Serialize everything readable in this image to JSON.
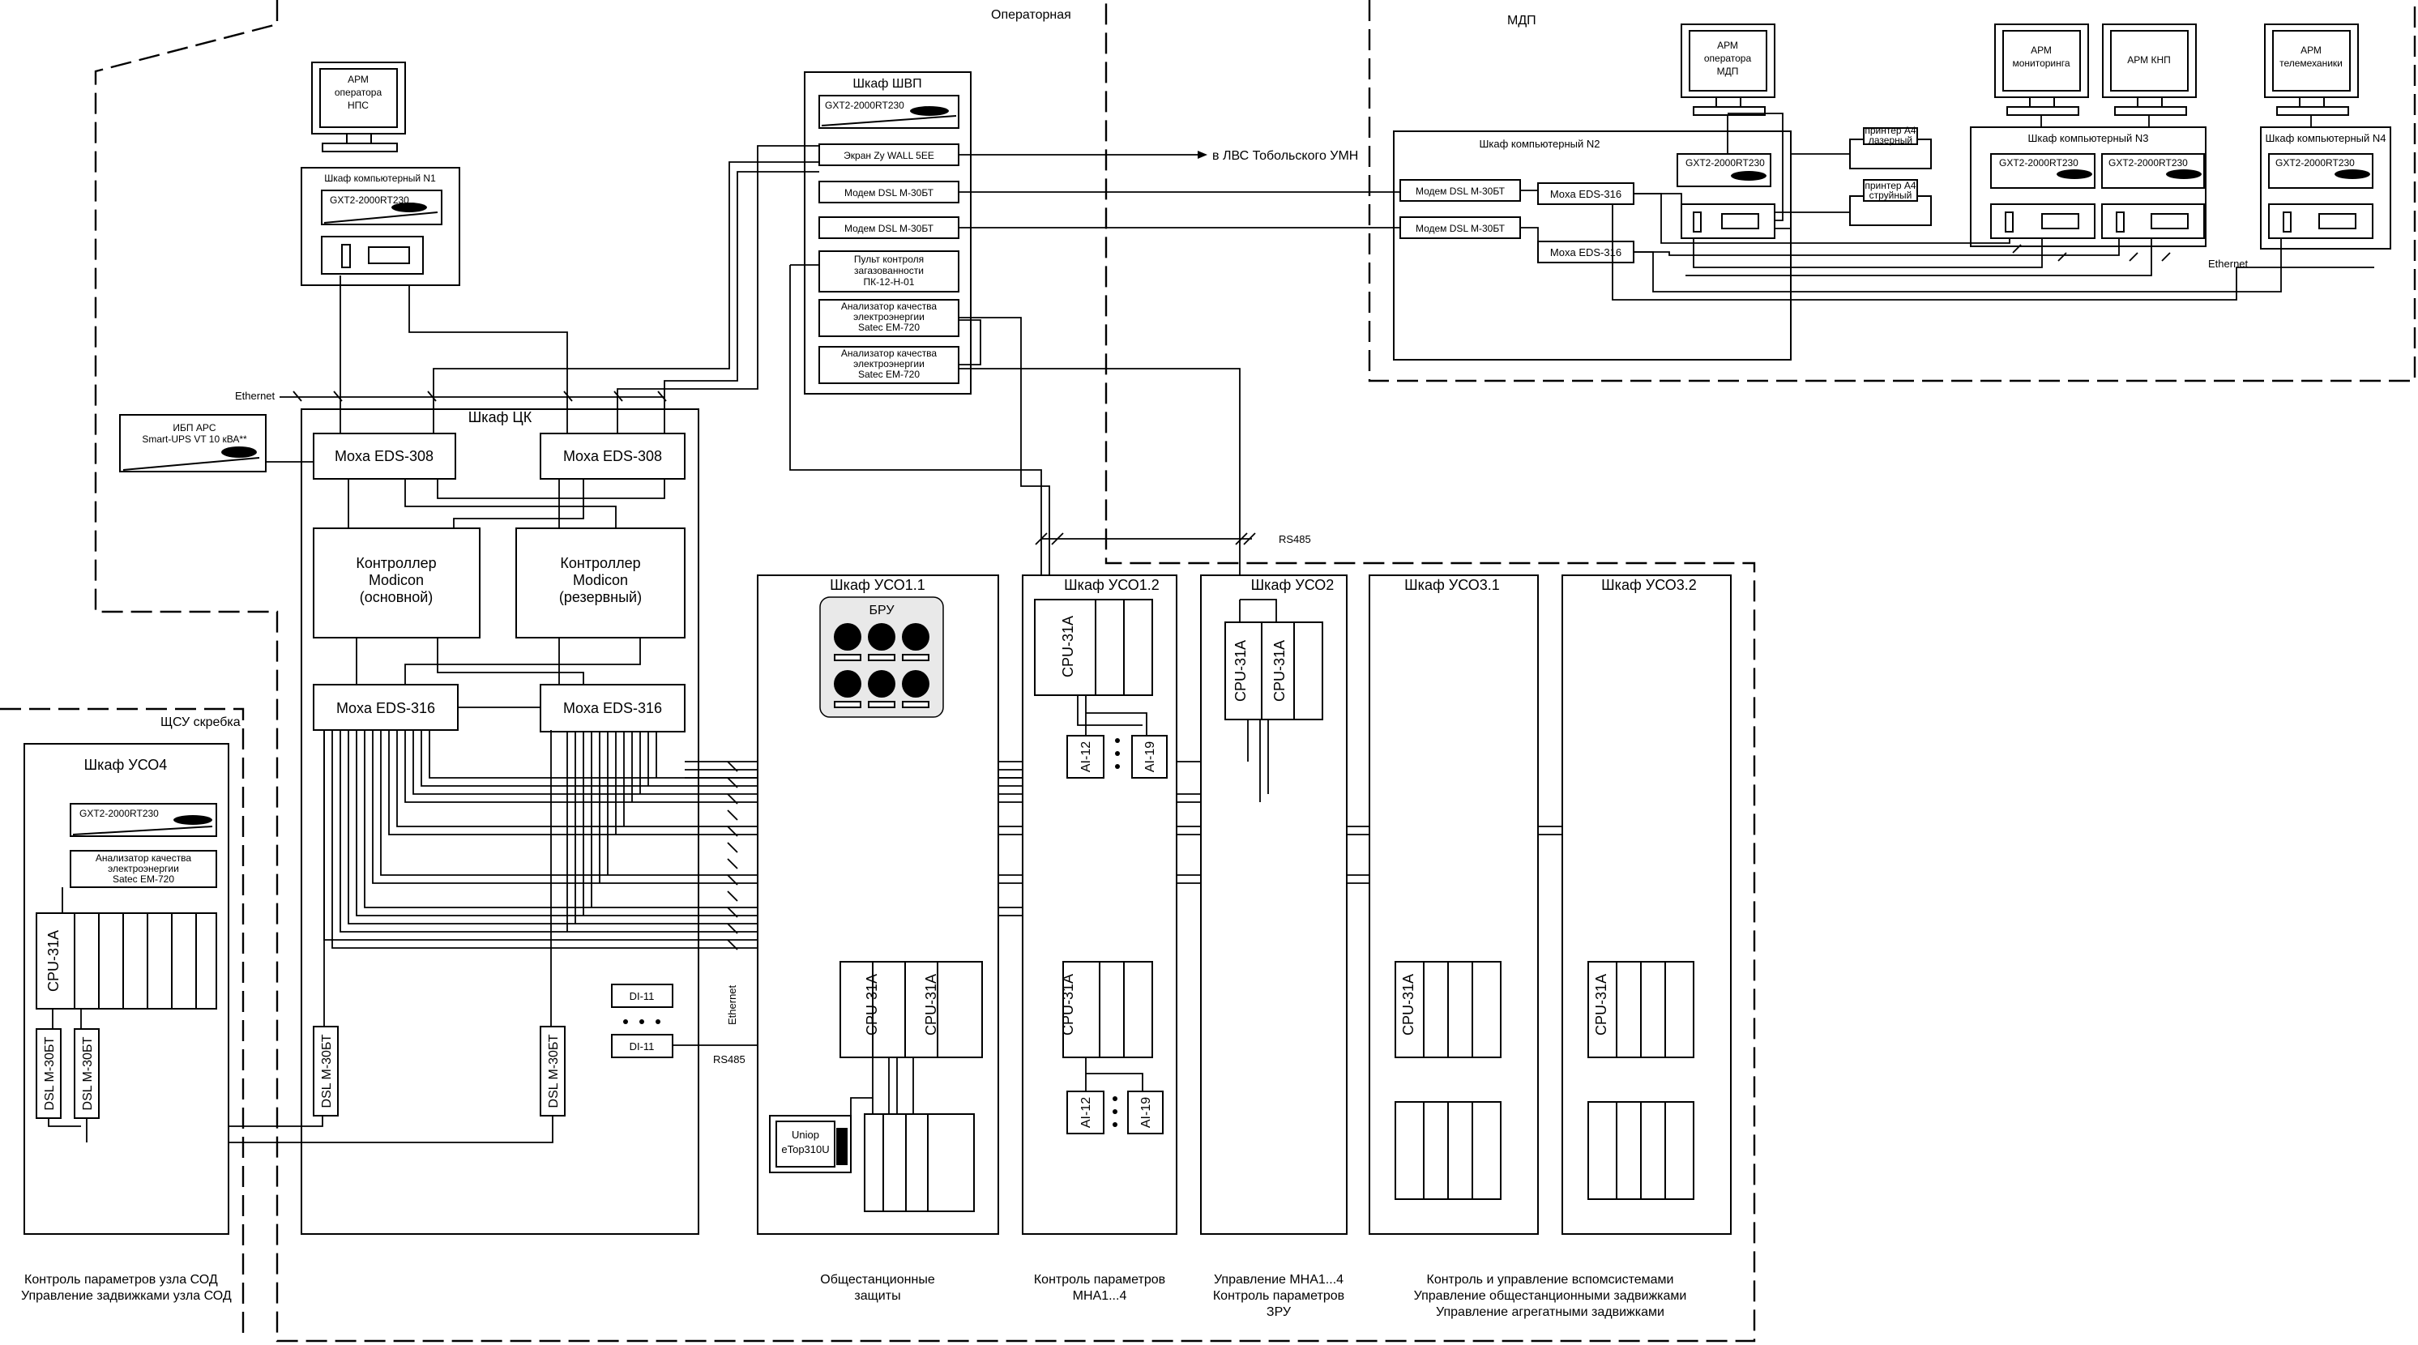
{
  "zones": {
    "operator_room": "Операторная",
    "mdp": "МДП",
    "scraper": "ЩСУ скребка"
  },
  "workstations": {
    "arm_nps": [
      "АРМ",
      "оператора",
      "НПС"
    ],
    "arm_mdp": [
      "АРМ",
      "оператора",
      "МДП"
    ],
    "arm_monitoring": [
      "АРМ",
      "мониторинга"
    ],
    "arm_knp": [
      "АРМ КНП"
    ],
    "arm_telemech": [
      "АРМ",
      "телемеханики"
    ]
  },
  "cabinets": {
    "comp1": "Шкаф компьютерный N1",
    "comp2": "Шкаф компьютерный N2",
    "comp3": "Шкаф компьютерный N3",
    "comp4": "Шкаф компьютерный N4",
    "shvp": "Шкаф ШВП",
    "tsk": "Шкаф ЦК",
    "uso11": "Шкаф УСО1.1",
    "uso12": "Шкаф УСО1.2",
    "uso2": "Шкаф УСО2",
    "uso31": "Шкаф УСО3.1",
    "uso32": "Шкаф УСО3.2",
    "uso4": "Шкаф УСО4"
  },
  "devices": {
    "ups": "GXT2-2000RT230",
    "zywall": "Экран Zy WALL 5EE",
    "modem": "Модем DSL M-30БТ",
    "gas_panel": [
      "Пульт контроля",
      "загазованности",
      "ПК-12-Н-01"
    ],
    "power_analyzer": [
      "Анализатор качества",
      "электроэнергии",
      "Satec EM-720"
    ],
    "moxa308": "Moxa EDS-308",
    "moxa316": "Moxa EDS-316",
    "controller_main": [
      "Контроллер",
      "Modicon",
      "(основной)"
    ],
    "controller_reserve": [
      "Контроллер",
      "Modicon",
      "(резервный)"
    ],
    "apc_ups": [
      "ИБП APC",
      "Smart-UPS VT 10 кВА**"
    ],
    "cpu": "CPU-31A",
    "ai12": "AI-12",
    "ai19": "AI-19",
    "di11": "DI-11",
    "dsl_modem_v": "DSL M-30БТ",
    "bru": "БРУ",
    "uniop": [
      "Uniop",
      "eTop310U"
    ],
    "printer_laser": [
      "принтер А4",
      "лазерный"
    ],
    "printer_inkjet": [
      "принтер А4",
      "струйный"
    ]
  },
  "labels": {
    "lan_tobolsk": "в ЛВС Тобольского УМН",
    "ethernet": "Ethernet",
    "rs485": "RS485"
  },
  "captions": {
    "uso4": [
      "Контроль параметров узла СОД",
      "Управление задвижками узла СОД"
    ],
    "uso11": [
      "Общестанционные",
      "защиты"
    ],
    "uso12": [
      "Контроль параметров",
      "МНА1...4"
    ],
    "uso2": [
      "Управление МНА1...4",
      "Контроль параметров",
      "ЗРУ"
    ],
    "uso3": [
      "Контроль и управление вспомсистемами",
      "Управление общестанционными задвижками",
      "Управление агрегатными задвижками"
    ]
  }
}
